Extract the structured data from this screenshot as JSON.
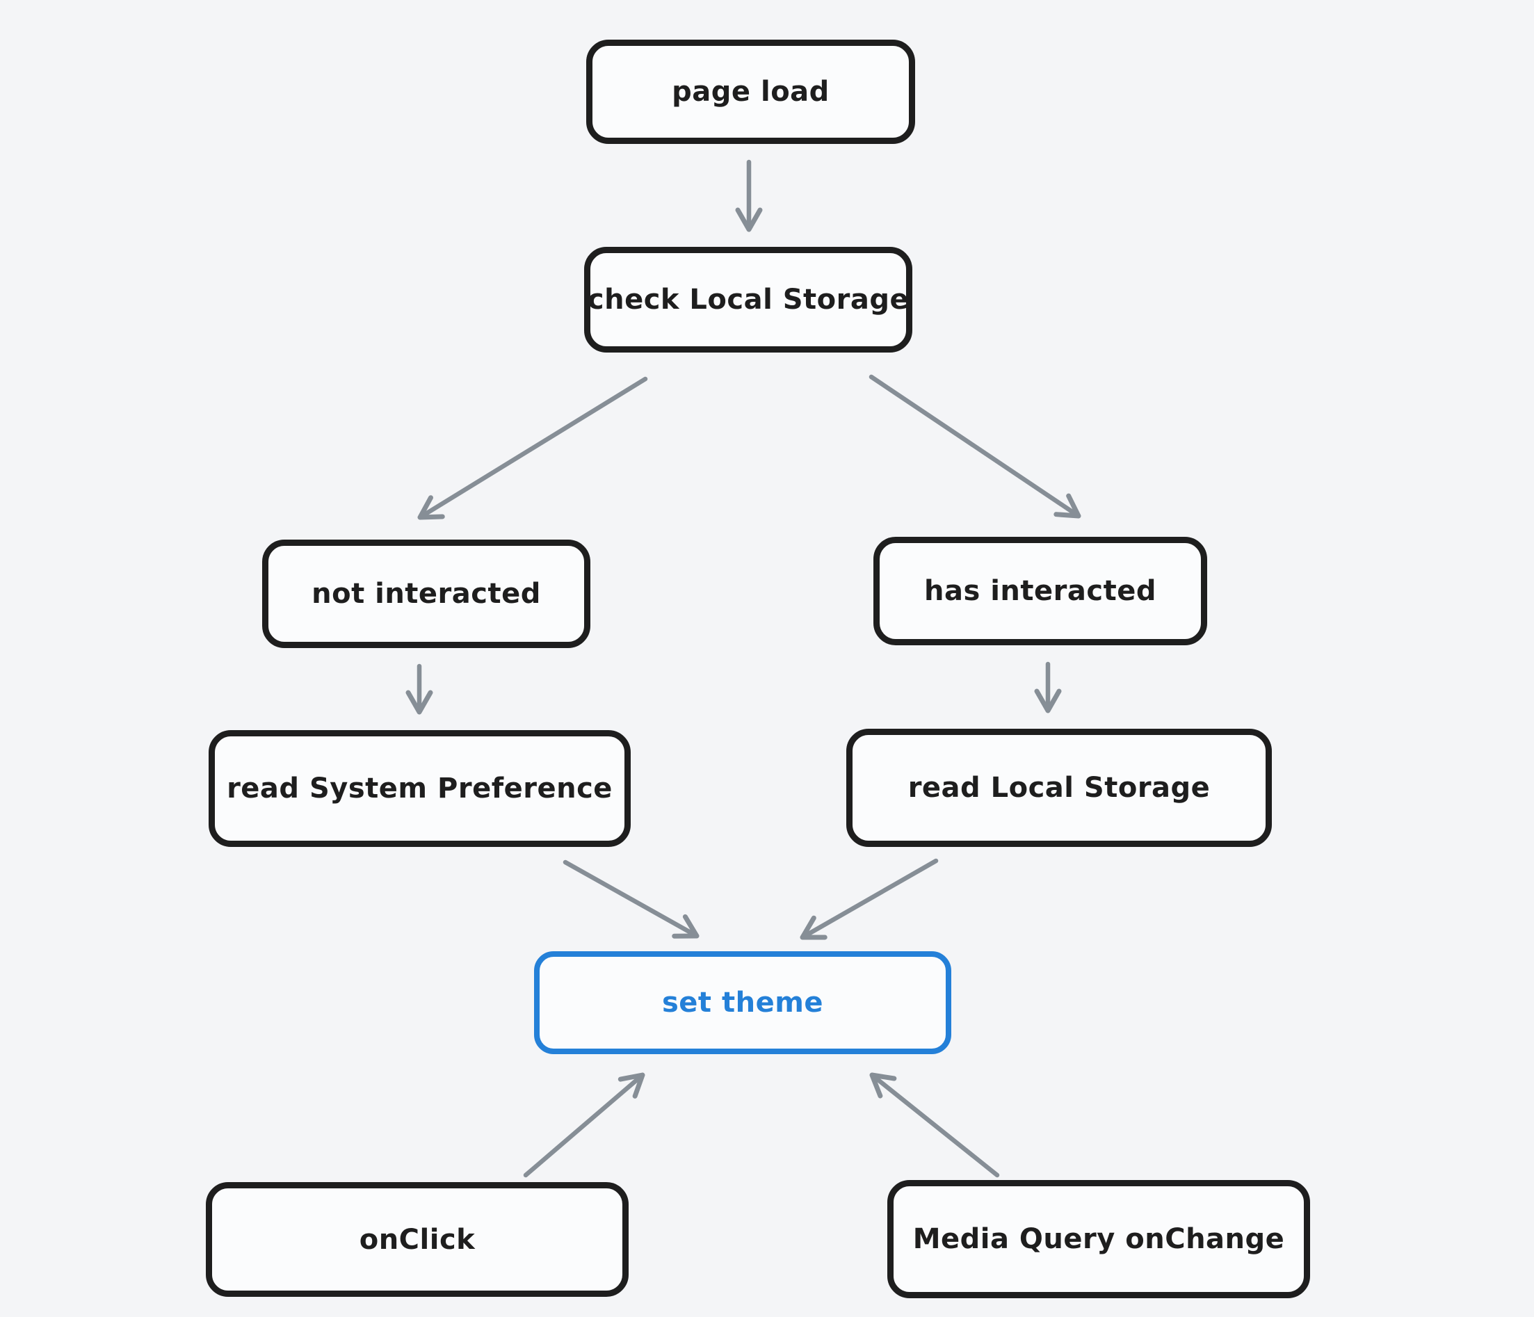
{
  "canvas": {
    "background_color": "#f4f5f7",
    "node_fill_color": "#fbfcfd",
    "node_border_color": "#1e1e1e",
    "accent_color": "#2480d8",
    "arrow_color": "#868e96"
  },
  "diagram": {
    "nodes": [
      {
        "id": "page-load",
        "label": "page load",
        "accent": false
      },
      {
        "id": "check-local-storage",
        "label": "check Local Storage",
        "accent": false
      },
      {
        "id": "not-interacted",
        "label": "not interacted",
        "accent": false
      },
      {
        "id": "has-interacted",
        "label": "has interacted",
        "accent": false
      },
      {
        "id": "read-system-preference",
        "label": "read System Preference",
        "accent": false
      },
      {
        "id": "read-local-storage",
        "label": "read Local Storage",
        "accent": false
      },
      {
        "id": "set-theme",
        "label": "set theme",
        "accent": true
      },
      {
        "id": "onclick",
        "label": "onClick",
        "accent": false
      },
      {
        "id": "media-query-onchange",
        "label": "Media Query onChange",
        "accent": false
      }
    ],
    "edges": [
      {
        "from": "page-load",
        "to": "check-local-storage"
      },
      {
        "from": "check-local-storage",
        "to": "not-interacted"
      },
      {
        "from": "check-local-storage",
        "to": "has-interacted"
      },
      {
        "from": "not-interacted",
        "to": "read-system-preference"
      },
      {
        "from": "has-interacted",
        "to": "read-local-storage"
      },
      {
        "from": "read-system-preference",
        "to": "set-theme"
      },
      {
        "from": "read-local-storage",
        "to": "set-theme"
      },
      {
        "from": "onclick",
        "to": "set-theme"
      },
      {
        "from": "media-query-onchange",
        "to": "set-theme"
      }
    ]
  }
}
